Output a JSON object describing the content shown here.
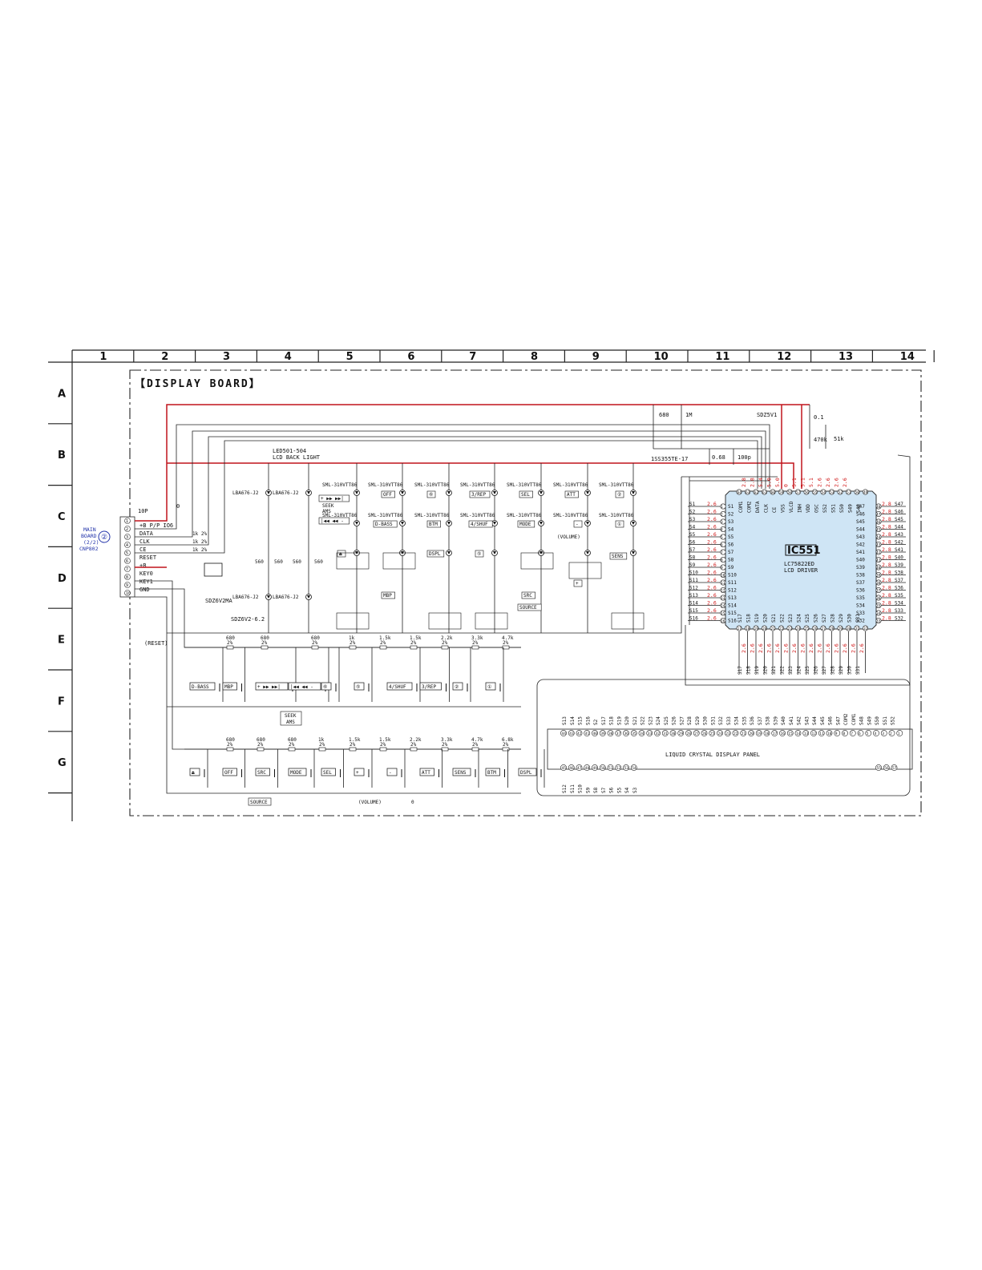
{
  "board_title": "【DISPLAY BOARD】",
  "grid": {
    "columns": [
      "1",
      "2",
      "3",
      "4",
      "5",
      "6",
      "7",
      "8",
      "9",
      "10",
      "11",
      "12",
      "13",
      "14"
    ],
    "rows": [
      "A",
      "B",
      "C",
      "D",
      "E",
      "F",
      "G"
    ]
  },
  "connector": {
    "ref": "10P",
    "signals": [
      "+B P/P IO6",
      "DATA",
      "CLK",
      "CE",
      "RESET",
      "+B",
      "KEY0",
      "KEY1",
      "GND"
    ],
    "pin_numbers": [
      "1",
      "2",
      "3",
      "4",
      "5",
      "6",
      "7",
      "8",
      "9",
      "10"
    ],
    "source": [
      "MAIN",
      "BOARD",
      "(2/2)",
      "CNP802"
    ],
    "source_circle": "②",
    "series_resistors": [
      "1k 2%",
      "1k 2%",
      "1k 2%"
    ]
  },
  "ic": {
    "ref": "IC551",
    "part": "LC75822ED",
    "function": "LCD DRIVER",
    "left_pins": [
      "S1",
      "S2",
      "S3",
      "S4",
      "S5",
      "S6",
      "S7",
      "S8",
      "S9",
      "S10",
      "S11",
      "S12",
      "S13",
      "S14",
      "S15",
      "S16"
    ],
    "left_nums": [
      "1",
      "2",
      "3",
      "4",
      "5",
      "6",
      "7",
      "8",
      "9",
      "10",
      "11",
      "12",
      "13",
      "14",
      "15",
      "16"
    ],
    "right_pins": [
      "S47",
      "S46",
      "S45",
      "S44",
      "S43",
      "S42",
      "S41",
      "S40",
      "S39",
      "S38",
      "S37",
      "S36",
      "S35",
      "S34",
      "S33",
      "S32"
    ],
    "right_nums": [
      "48",
      "47",
      "46",
      "45",
      "44",
      "43",
      "42",
      "41",
      "40",
      "39",
      "38",
      "37",
      "36",
      "35",
      "34",
      "33"
    ],
    "top_pins": [
      "COM1",
      "COM2",
      "DATA",
      "CLK",
      "CE",
      "VSS",
      "VLCD",
      "INH",
      "VDD",
      "OSC",
      "S52",
      "S51",
      "S50",
      "S49",
      "S48"
    ],
    "top_nums": [
      "64",
      "63",
      "62",
      "61",
      "60",
      "59",
      "58",
      "57",
      "56",
      "55",
      "54",
      "53",
      "52",
      "51",
      "50",
      "49"
    ],
    "bottom_pins": [
      "S17",
      "S18",
      "S19",
      "S20",
      "S21",
      "S22",
      "S23",
      "S24",
      "S25",
      "S26",
      "S27",
      "S28",
      "S29",
      "S30",
      "S31"
    ],
    "bottom_nums": [
      "17",
      "18",
      "19",
      "20",
      "21",
      "22",
      "23",
      "24",
      "25",
      "26",
      "27",
      "28",
      "29",
      "30",
      "31",
      "32"
    ],
    "voltage": "2.6",
    "voltage_right": "2.8",
    "top_voltages": [
      "2.8",
      "2.8",
      "5.4",
      "5.0",
      "5.0",
      "0",
      "5.1",
      "5.1",
      "5.1",
      "2.6",
      "2.6",
      "2.6",
      "2.6"
    ]
  },
  "backlight": {
    "ref": "LED501-504",
    "label": "LCD BACK LIGHT"
  },
  "led_labels": {
    "lba": "LBA676-J2",
    "sml": "SML-310VTT86",
    "zener1": "SDZ6V2MA",
    "zener2": "SDZ6V2-6.2",
    "zener3": "SDZ5V1",
    "diode": "1SS355TE-17"
  },
  "led_resistors": [
    "560",
    "560",
    "560",
    "560"
  ],
  "top_components": [
    "680",
    "1M",
    "0.1",
    "470k",
    "51k",
    "0.68",
    "100p",
    "0"
  ],
  "key_labels_top": [
    "SEEK",
    "AMS",
    "+ ▶▶ ▶▶|",
    "|◀◀ ◀◀ -",
    "OFF",
    "⑥",
    "3/REP",
    "SEL",
    "ATT",
    "②",
    "D-BASS",
    "BTM",
    "4/SHUF",
    "MODE",
    "①",
    "(VOLUME)",
    "DSPL",
    "⑤",
    "SENS",
    "⏏",
    "MBP",
    "SRC",
    "SOURCE",
    "-",
    "+"
  ],
  "row_f": {
    "resistors": [
      "680\n2%",
      "680\n2%",
      "680\n2%",
      "1k\n2%",
      "1.5k\n2%",
      "1.5k\n2%",
      "2.2k\n2%",
      "3.3k\n2%",
      "4.7k\n2%"
    ],
    "keys": [
      "D-BASS",
      "MBP",
      "+ ▶▶ ▶▶|",
      "|◀◀ ◀◀ -",
      "⑥",
      "⑤",
      "4/SHUF",
      "3/REP",
      "②",
      "①"
    ],
    "group_label": [
      "SEEK",
      "AMS"
    ]
  },
  "row_g": {
    "resistors": [
      "680\n2%",
      "680\n2%",
      "680\n2%",
      "1k\n2%",
      "1.5k\n2%",
      "1.5k\n2%",
      "2.2k\n2%",
      "3.3k\n2%",
      "4.7k\n2%",
      "6.8k\n2%"
    ],
    "keys": [
      "⏏",
      "OFF",
      "SRC",
      "MODE",
      "SEL",
      "+",
      "-",
      "ATT",
      "SENS",
      "BTM",
      "DSPL"
    ],
    "source_label": "SOURCE",
    "volume_label": "(VOLUME)",
    "zero": "0"
  },
  "reset_label": "(RESET)",
  "lcd": {
    "label": "LIQUID CRYSTAL DISPLAY PANEL",
    "top_signals": [
      "S13",
      "S14",
      "S15",
      "S16",
      "S2",
      "S17",
      "S18",
      "S19",
      "S20",
      "S21",
      "S22",
      "S23",
      "S24",
      "S25",
      "S26",
      "S27",
      "S28",
      "S29",
      "S30",
      "S31",
      "S32",
      "S33",
      "S34",
      "S35",
      "S36",
      "S37",
      "S38",
      "S39",
      "S40",
      "S41",
      "S42",
      "S43",
      "S44",
      "S45",
      "S46",
      "S47",
      "COM2",
      "COM1",
      "S48",
      "S49",
      "S50",
      "S51",
      "S52"
    ],
    "top_pins": [
      "44",
      "43",
      "42",
      "41",
      "40",
      "39",
      "38",
      "37",
      "36",
      "35",
      "34",
      "33",
      "32",
      "31",
      "30",
      "29",
      "28",
      "27",
      "26",
      "25",
      "24",
      "23",
      "22",
      "21",
      "20",
      "19",
      "18",
      "17",
      "16",
      "15",
      "14",
      "13",
      "12",
      "11",
      "10",
      "9",
      "8",
      "7",
      "6",
      "5",
      "4",
      "3",
      "2",
      "1"
    ],
    "bottom_signals": [
      "S12",
      "S11",
      "S10",
      "S9",
      "S8",
      "S7",
      "S6",
      "S5",
      "S4",
      "S3"
    ],
    "bottom_pins": [
      "45",
      "46",
      "47",
      "48",
      "49",
      "50",
      "51",
      "52",
      "53",
      "54"
    ],
    "bottom_right_pins": [
      "55",
      "56",
      "57"
    ]
  }
}
